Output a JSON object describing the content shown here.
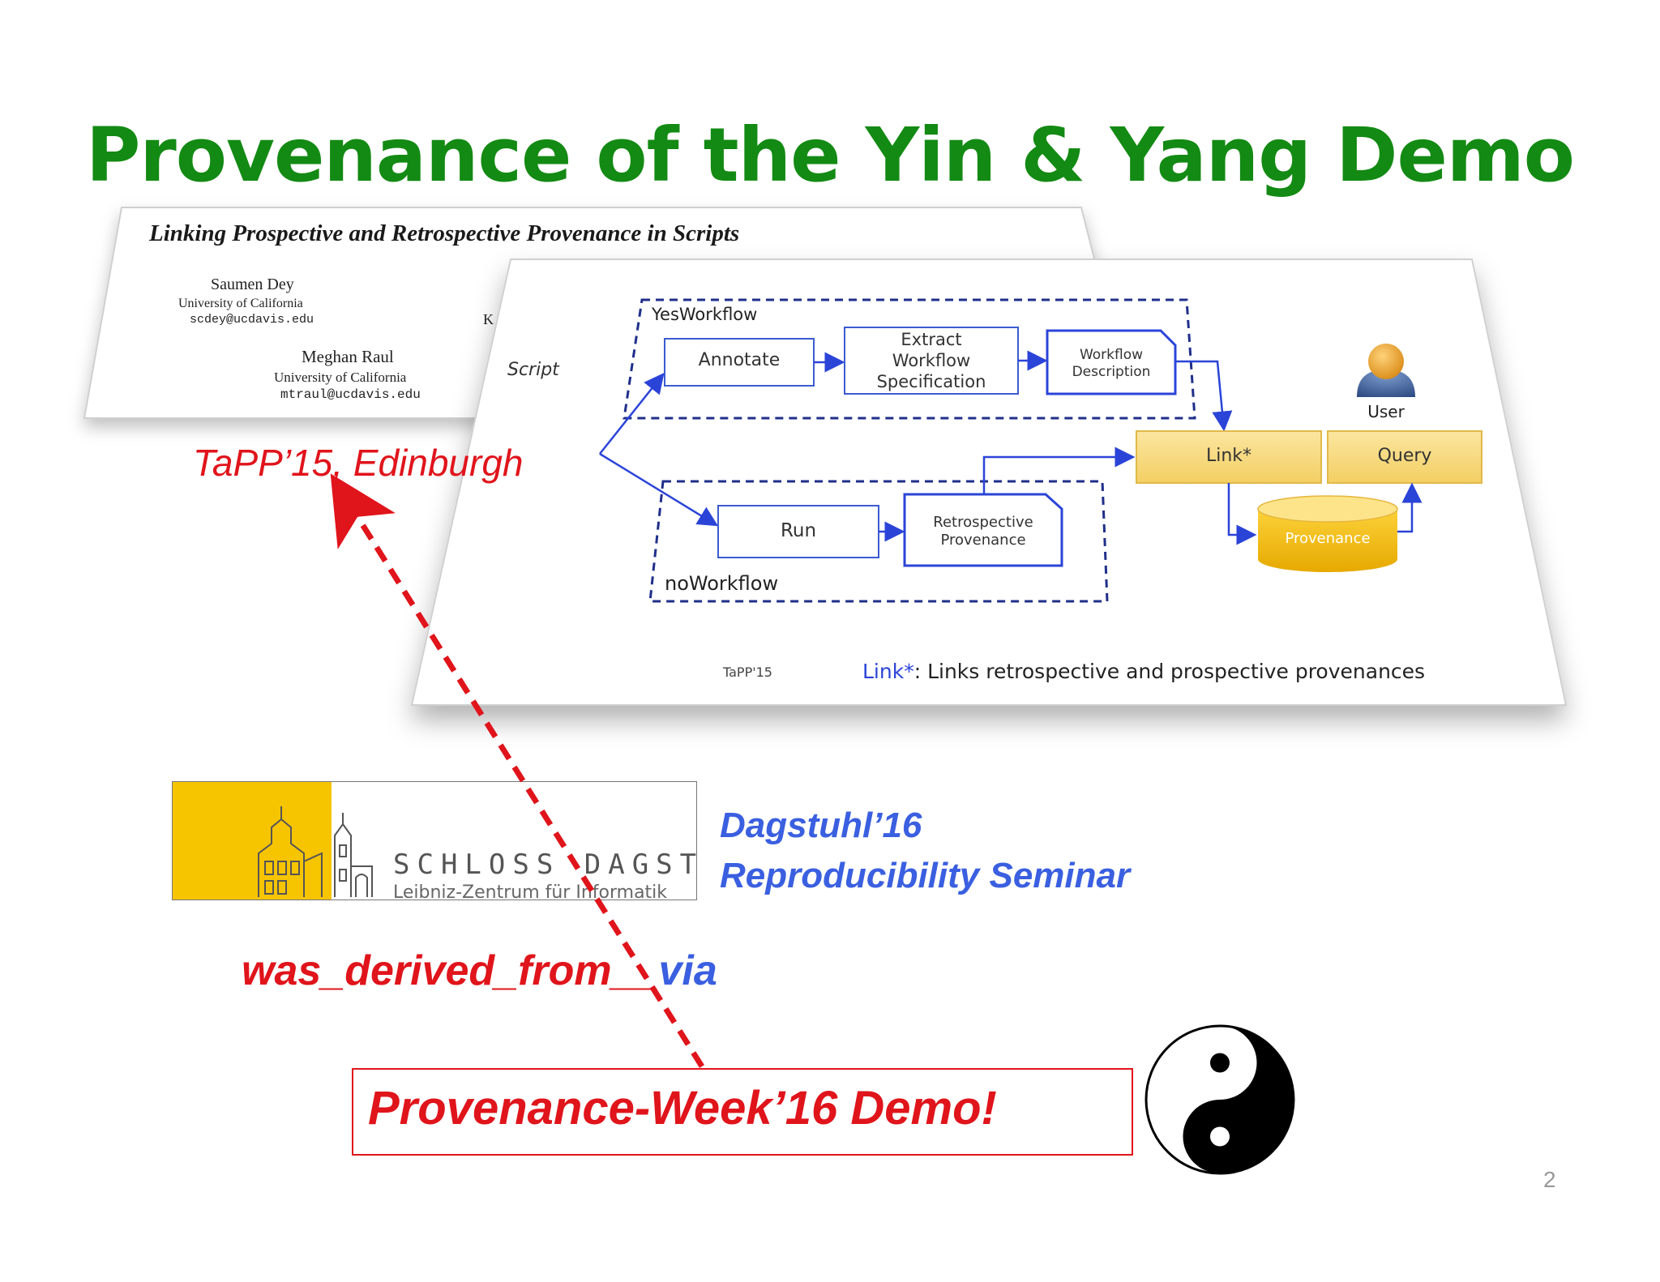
{
  "slide": {
    "title": "Provenance of the Yin & Yang Demo",
    "page_number": "2"
  },
  "paper": {
    "title": "Linking Prospective and Retrospective Provenance in Scripts",
    "authors": [
      {
        "name": "Saumen Dey",
        "affiliation": "University of California",
        "email": "scdey@ucdavis.edu"
      },
      {
        "name": "Meghan Raul",
        "affiliation": "University of California",
        "email": "mtraul@ucdavis.edu"
      }
    ],
    "cut_letter": "K"
  },
  "inner_slide": {
    "script_label": "Script",
    "yesworkflow_label": "YesWorkflow",
    "noworkflow_label": "noWorkflow",
    "annotate": "Annotate",
    "extract": [
      "Extract",
      "Workflow",
      "Specification"
    ],
    "workflow_description": [
      "Workflow",
      "Description"
    ],
    "run": "Run",
    "retrospective_provenance": [
      "Retrospective",
      "Provenance"
    ],
    "link": "Link*",
    "query": "Query",
    "provenance_db": "Provenance",
    "user": "User",
    "footer_left": "TaPP'15",
    "footer_link": "Link*",
    "footer_text": ": Links retrospective and prospective provenances"
  },
  "tapp_label": "TaPP’15, Edinburgh",
  "dagstuhl": {
    "name": "SCHLOSS DAGSTUHL",
    "subtitle": "Leibniz-Zentrum für Informatik",
    "line1": "Dagstuhl’16",
    "line2": "Reproducibility Seminar"
  },
  "derived": {
    "red_part": "was_derived_from__",
    "blue_part": "via"
  },
  "demo_label": "Provenance-Week’16 Demo!",
  "colors": {
    "title_green": "#138a13",
    "red": "#e0141b",
    "blue": "#3a5fe0",
    "diagram_blue": "#2b44d8",
    "yellow": "#f7c400"
  }
}
